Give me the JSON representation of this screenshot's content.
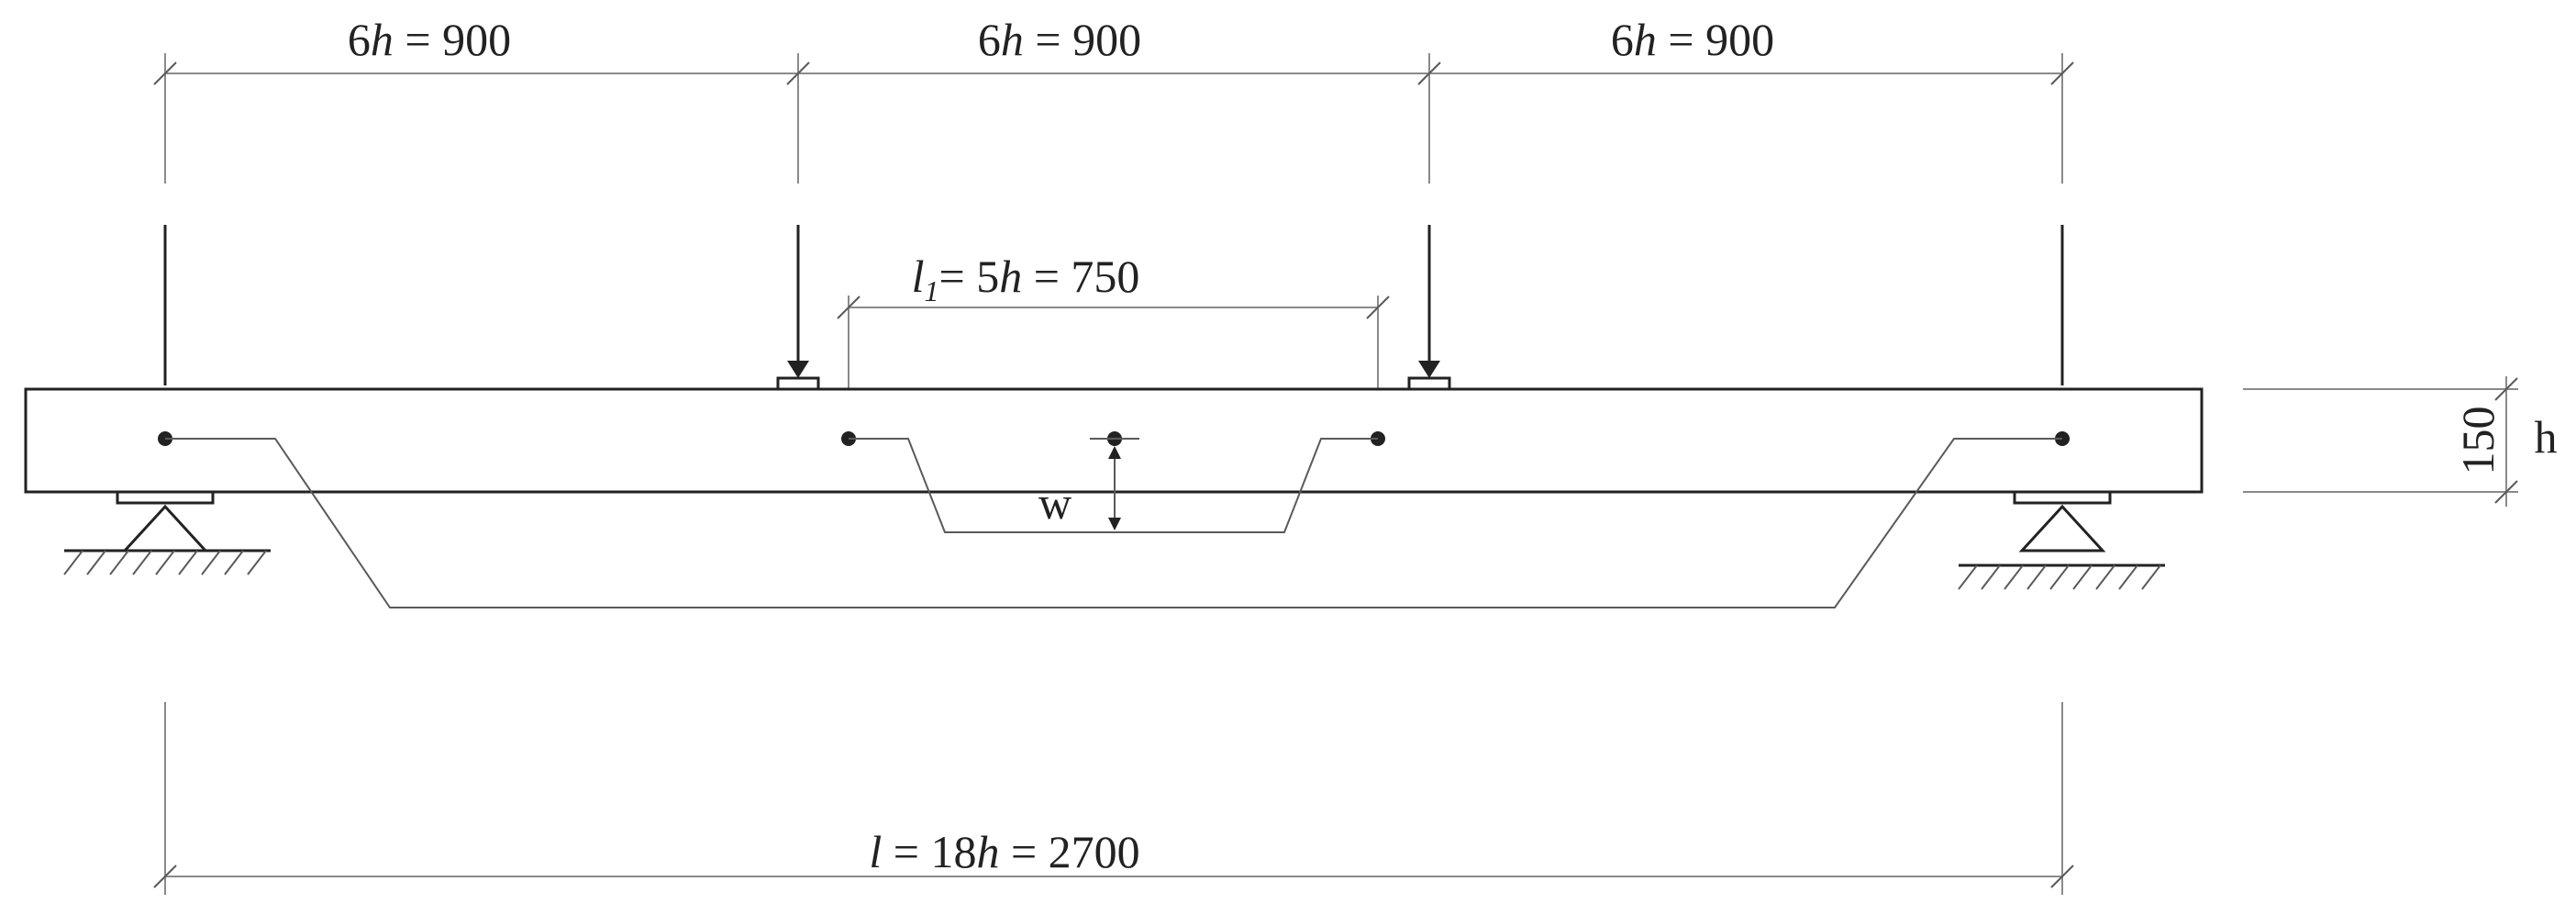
{
  "labels": {
    "dim_segment_1": {
      "prefix": "6",
      "var": "h",
      "rest": " = 900"
    },
    "dim_segment_2": {
      "prefix": "6",
      "var": "h",
      "rest": " = 900"
    },
    "dim_segment_3": {
      "prefix": "6",
      "var": "h",
      "rest": " = 900"
    },
    "dim_l1": {
      "var": "l",
      "sub": "1",
      "mid": "= 5",
      "var2": "h",
      "rest": " = 750"
    },
    "dim_total": {
      "var": "l",
      "mid": " = 18",
      "var2": "h",
      "rest": " = 2700"
    },
    "deflection": "w",
    "height_value": "150",
    "height_symbol": "h"
  }
}
